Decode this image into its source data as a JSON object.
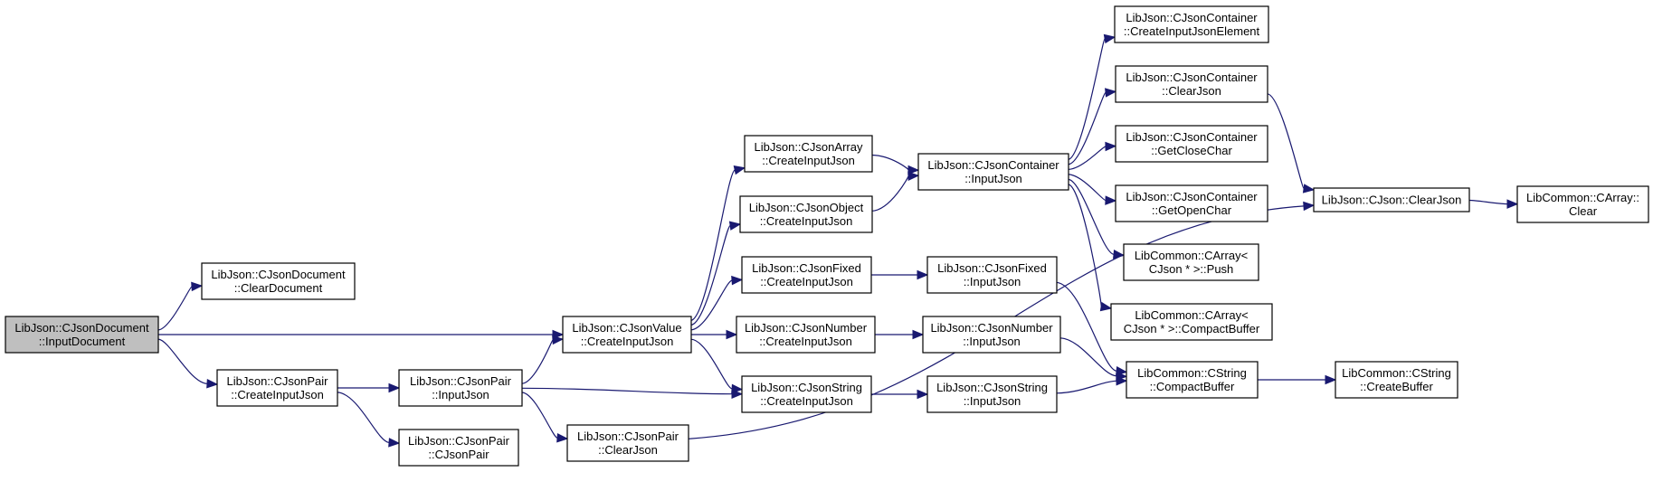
{
  "diagram": {
    "background": "#ffffff",
    "node_fill": "#ffffff",
    "root_fill": "#bfbfbf",
    "edge_color": "#191970",
    "nodes": [
      {
        "id": "n0",
        "lines": [
          "LibJson::CJsonDocument",
          "::InputDocument"
        ],
        "root": true
      },
      {
        "id": "n1",
        "lines": [
          "LibJson::CJsonDocument",
          "::ClearDocument"
        ]
      },
      {
        "id": "n2",
        "lines": [
          "LibJson::CJsonValue",
          "::CreateInputJson"
        ]
      },
      {
        "id": "n3",
        "lines": [
          "LibJson::CJsonPair",
          "::CreateInputJson"
        ]
      },
      {
        "id": "n4",
        "lines": [
          "LibJson::CJsonPair",
          "::InputJson"
        ]
      },
      {
        "id": "n5",
        "lines": [
          "LibJson::CJsonPair",
          "::CJsonPair"
        ]
      },
      {
        "id": "n6",
        "lines": [
          "LibJson::CJsonPair",
          "::ClearJson"
        ]
      },
      {
        "id": "n7",
        "lines": [
          "LibJson::CJsonArray",
          "::CreateInputJson"
        ]
      },
      {
        "id": "n8",
        "lines": [
          "LibJson::CJsonObject",
          "::CreateInputJson"
        ]
      },
      {
        "id": "n9",
        "lines": [
          "LibJson::CJsonFixed",
          "::CreateInputJson"
        ]
      },
      {
        "id": "n10",
        "lines": [
          "LibJson::CJsonNumber",
          "::CreateInputJson"
        ]
      },
      {
        "id": "n11",
        "lines": [
          "LibJson::CJsonString",
          "::CreateInputJson"
        ]
      },
      {
        "id": "n12",
        "lines": [
          "LibJson::CJsonContainer",
          "::InputJson"
        ]
      },
      {
        "id": "n13",
        "lines": [
          "LibJson::CJsonFixed",
          "::InputJson"
        ]
      },
      {
        "id": "n14",
        "lines": [
          "LibJson::CJsonNumber",
          "::InputJson"
        ]
      },
      {
        "id": "n15",
        "lines": [
          "LibJson::CJsonString",
          "::InputJson"
        ]
      },
      {
        "id": "n16",
        "lines": [
          "LibJson::CJsonContainer",
          "::CreateInputJsonElement"
        ]
      },
      {
        "id": "n17",
        "lines": [
          "LibJson::CJsonContainer",
          "::ClearJson"
        ]
      },
      {
        "id": "n18",
        "lines": [
          "LibJson::CJsonContainer",
          "::GetCloseChar"
        ]
      },
      {
        "id": "n19",
        "lines": [
          "LibJson::CJsonContainer",
          "::GetOpenChar"
        ]
      },
      {
        "id": "n20",
        "lines": [
          "LibCommon::CArray<",
          "CJson * >::Push"
        ]
      },
      {
        "id": "n21",
        "lines": [
          "LibCommon::CArray<",
          "CJson * >::CompactBuffer"
        ]
      },
      {
        "id": "n22",
        "lines": [
          "LibCommon::CString",
          "::CompactBuffer"
        ]
      },
      {
        "id": "n23",
        "lines": [
          "LibJson::CJson::ClearJson"
        ]
      },
      {
        "id": "n24",
        "lines": [
          "LibCommon::CString",
          "::CreateBuffer"
        ]
      },
      {
        "id": "n25",
        "lines": [
          "LibCommon::CArray::",
          "Clear"
        ]
      }
    ],
    "edges": [
      {
        "from": "n0",
        "to": "n1"
      },
      {
        "from": "n0",
        "to": "n2"
      },
      {
        "from": "n0",
        "to": "n3"
      },
      {
        "from": "n3",
        "to": "n4"
      },
      {
        "from": "n3",
        "to": "n5"
      },
      {
        "from": "n4",
        "to": "n2"
      },
      {
        "from": "n4",
        "to": "n11"
      },
      {
        "from": "n4",
        "to": "n6"
      },
      {
        "from": "n2",
        "to": "n7"
      },
      {
        "from": "n2",
        "to": "n8"
      },
      {
        "from": "n2",
        "to": "n9"
      },
      {
        "from": "n2",
        "to": "n10"
      },
      {
        "from": "n2",
        "to": "n11"
      },
      {
        "from": "n7",
        "to": "n12"
      },
      {
        "from": "n8",
        "to": "n12"
      },
      {
        "from": "n9",
        "to": "n13"
      },
      {
        "from": "n10",
        "to": "n14"
      },
      {
        "from": "n11",
        "to": "n15"
      },
      {
        "from": "n12",
        "to": "n16"
      },
      {
        "from": "n12",
        "to": "n17"
      },
      {
        "from": "n12",
        "to": "n18"
      },
      {
        "from": "n12",
        "to": "n19"
      },
      {
        "from": "n12",
        "to": "n20"
      },
      {
        "from": "n12",
        "to": "n21"
      },
      {
        "from": "n13",
        "to": "n22"
      },
      {
        "from": "n14",
        "to": "n22"
      },
      {
        "from": "n15",
        "to": "n22"
      },
      {
        "from": "n17",
        "to": "n23"
      },
      {
        "from": "n6",
        "to": "n23"
      },
      {
        "from": "n22",
        "to": "n24"
      },
      {
        "from": "n23",
        "to": "n25"
      }
    ]
  }
}
